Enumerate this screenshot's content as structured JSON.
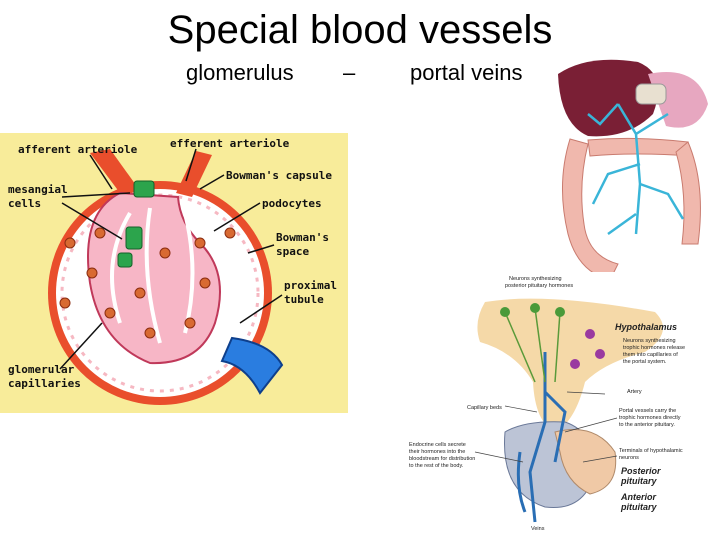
{
  "title": "Special blood vessels",
  "subtitle": {
    "left": "glomerulus",
    "dash": "–",
    "right": "portal veins"
  },
  "glomerulus_labels": {
    "afferent": "afferent arteriole",
    "efferent": "efferent arteriole",
    "bowman_capsule": "Bowman's capsule",
    "mesangial_1": "mesangial",
    "mesangial_2": "cells",
    "podocytes": "podocytes",
    "bowman_space_1": "Bowman's",
    "bowman_space_2": "space",
    "proximal_1": "proximal",
    "proximal_2": "tubule",
    "glom_cap_1": "glomerular",
    "glom_cap_2": "capillaries"
  },
  "pituitary_labels": {
    "neurons_top_1": "Neurons synthesizing",
    "neurons_top_2": "posterior pituitary hormones",
    "hypothalamus": "Hypothalamus",
    "neurons_right_1": "Neurons synthesizing",
    "neurons_right_2": "trophic hormones release",
    "neurons_right_3": "them into capillaries of",
    "neurons_right_4": "the portal system.",
    "artery": "Artery",
    "capillary_beds": "Capillary beds",
    "portal_1": "Portal vessels carry the",
    "portal_2": "trophic hormones directly",
    "portal_3": "to the anterior pituitary.",
    "endocrine_1": "Endocrine cells secrete",
    "endocrine_2": "their hormones into the",
    "endocrine_3": "bloodstream for distribution",
    "endocrine_4": "to the rest of the body.",
    "terminals_1": "Terminals of hypothalamic",
    "terminals_2": "neurons",
    "posterior_1": "Posterior",
    "posterior_2": "pituitary",
    "anterior_1": "Anterior",
    "anterior_2": "pituitary",
    "veins": "Veins"
  }
}
